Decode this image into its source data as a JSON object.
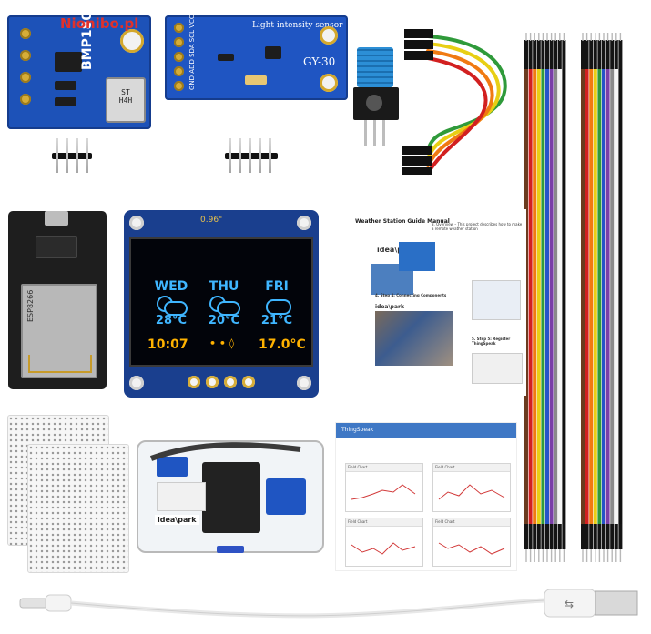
{
  "watermark": "Nionibo.pl",
  "bmp180": {
    "silk": "BMP180",
    "chip_text": "ST\nH4H"
  },
  "gy30": {
    "title": "Light intensity sensor",
    "model": "GY-30",
    "pins": "GND ADD SDA SCL VCC"
  },
  "oled": {
    "header": "0.96\"",
    "days": [
      {
        "label": "WED",
        "temp": "28°C"
      },
      {
        "label": "THU",
        "temp": "20°C"
      },
      {
        "label": "FRI",
        "temp": "21°C"
      }
    ],
    "time": "10:07",
    "dots": "• • ◊",
    "current_temp": "17.0°C"
  },
  "nodemcu": {
    "label": "ESP8266"
  },
  "guide": {
    "title": "Weather Station Guide Manual",
    "brand": "idea\\park",
    "step4": "4. Step 4: Connecting Components",
    "step5": "5. Step 5: Register ThingSpeak",
    "step3": "3. Overview – This project describes how to make a remote weather station"
  },
  "box_brand": "idea\\park",
  "dashboard": {
    "app": "ThingSpeak",
    "cards": [
      "Field Chart",
      "Field Chart",
      "Field Chart",
      "Field Chart"
    ]
  },
  "colors": {
    "pcb_blue": "#1b4fb7",
    "oled_blue": "#3fb6ff",
    "oled_yellow": "#ffb200",
    "wire_colors": [
      "#6b3b1f",
      "#d22020",
      "#f07a12",
      "#e8cf14",
      "#2f9a3a",
      "#2453c8",
      "#7a3fa8",
      "#8a8a8a",
      "#f5f5f5",
      "#111111"
    ]
  }
}
